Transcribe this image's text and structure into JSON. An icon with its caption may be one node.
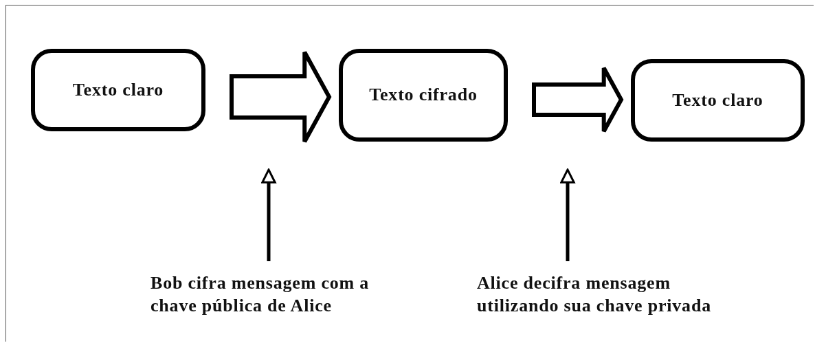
{
  "diagram": {
    "nodes": [
      {
        "text": [
          "Texto claro"
        ]
      },
      {
        "text": [
          "Texto cifrado"
        ]
      },
      {
        "text": [
          "Texto claro"
        ]
      },
      {
        "text": [
          "Bob cifra mensagem com a chave pública de Alice"
        ]
      },
      {
        "text": [
          "Alice decifra mensagem utilizando sua chave privada"
        ]
      }
    ],
    "edges": [
      {
        "from": 0,
        "to": 1,
        "arrow": "to",
        "style": "thick"
      },
      {
        "from": 1,
        "to": 2,
        "arrow": "to",
        "style": "thick"
      },
      {
        "from": 3,
        "to": null,
        "arrow": "to"
      },
      {
        "from": 4,
        "to": null,
        "arrow": "to"
      }
    ]
  }
}
